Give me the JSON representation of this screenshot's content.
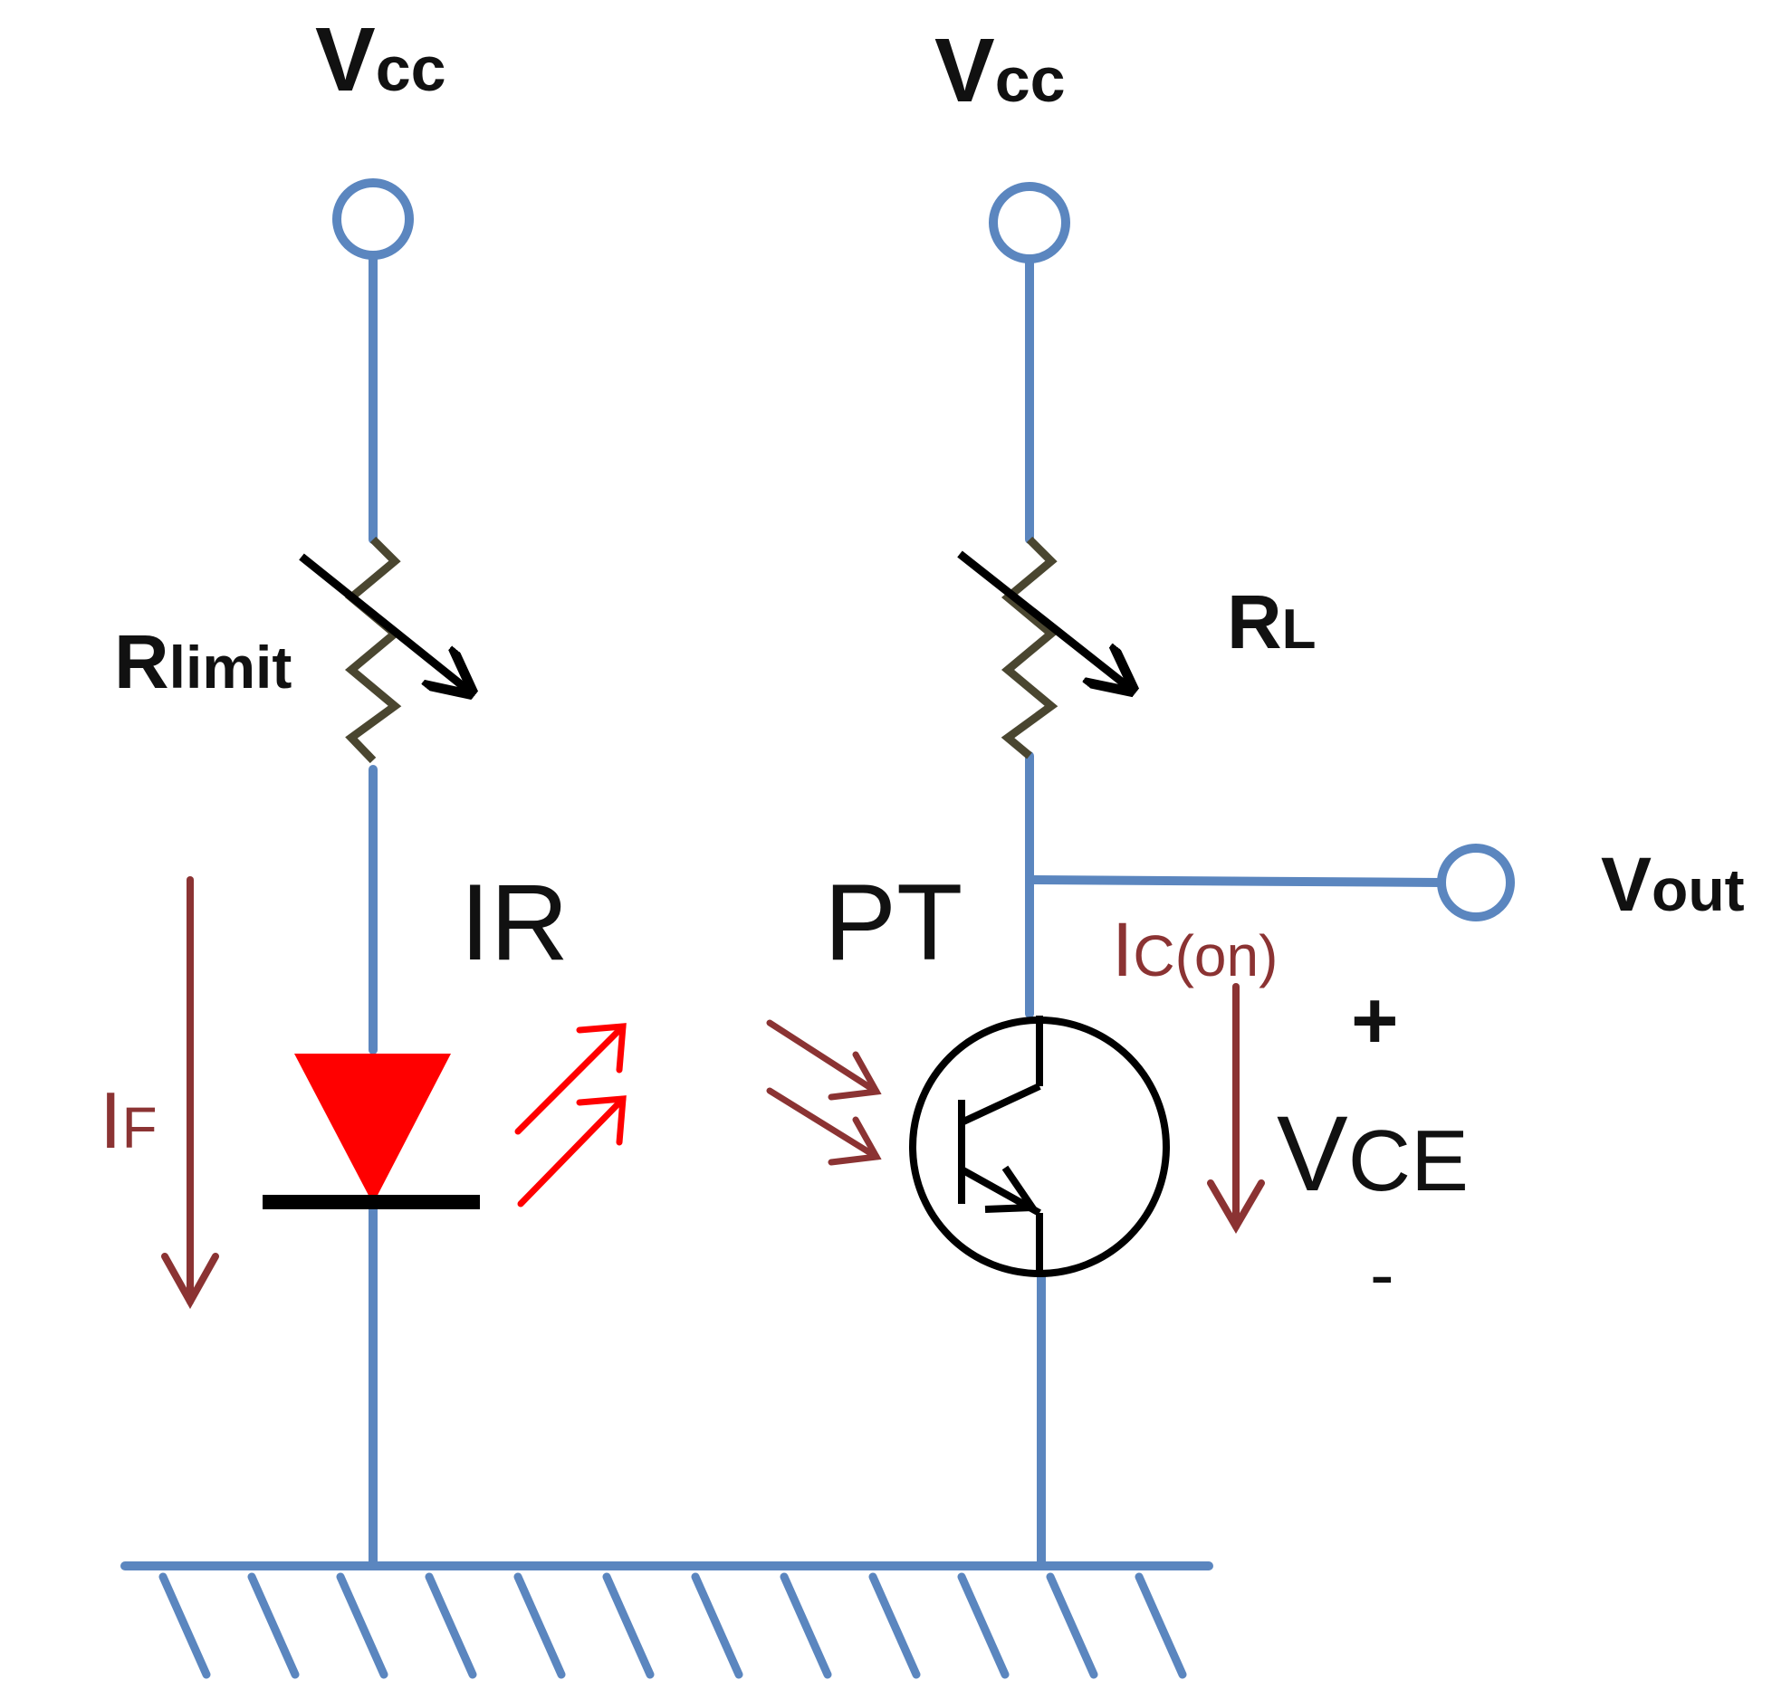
{
  "labels": {
    "vcc_left": {
      "main": "V",
      "sub": "cc"
    },
    "vcc_right": {
      "main": "V",
      "sub": "cc"
    },
    "rlimit": {
      "main": "R",
      "sub": "limit"
    },
    "rl": {
      "main": "R",
      "sub": "L"
    },
    "vout": {
      "main": "V",
      "sub": "out"
    },
    "ir": "IR",
    "pt": "PT",
    "if": {
      "main": "I",
      "sub": "F"
    },
    "ic_on": {
      "main": "I",
      "sub": "C(on)"
    },
    "vce": {
      "main": "V",
      "sub": "CE"
    },
    "plus": "+",
    "minus": "-"
  },
  "colors": {
    "wire": "#5b86bf",
    "resistor": "#4a4630",
    "led": "#ff0000",
    "current": "#8b3333",
    "component": "#000000"
  }
}
